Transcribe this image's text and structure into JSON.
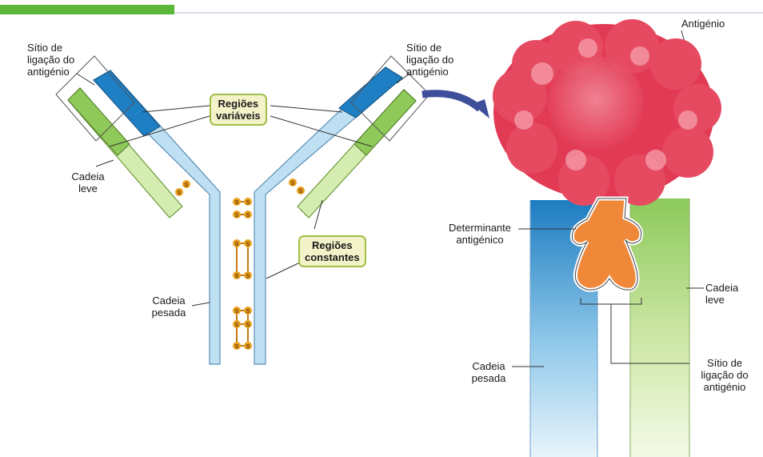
{
  "labels": {
    "antigen_binding_site_left": "Sítio de\nligação do\nantigénio",
    "antigen_binding_site_right": "Sítio de\nligação do\nantigénio",
    "antigen": "Antigénio",
    "light_chain_left": "Cadeia\nleve",
    "light_chain_right": "Cadeia\nleve",
    "variable_regions": "Regiões\nvariáveis",
    "constant_regions": "Regiões\nconstantes",
    "heavy_chain_left": "Cadeia\npesada",
    "heavy_chain_right": "Cadeia\npesada",
    "antigenic_determinant": "Determinante\nantigénico",
    "antigen_binding_site_bottom": "Sítio de\nligação do\nantigénio"
  },
  "disulfide_label": "S",
  "colors": {
    "heavy_chain": "#bfe0f2",
    "light_chain": "#d4ecb0",
    "variable_heavy": "#1f7fc4",
    "variable_light": "#8ec95a",
    "antigen": "#e23a54",
    "determinant": "#f0883a",
    "disulfide": "#e8a020",
    "callout_fill": "#f3f2c8",
    "callout_border": "#9fbf4a",
    "arrow": "#3d4f9a"
  }
}
